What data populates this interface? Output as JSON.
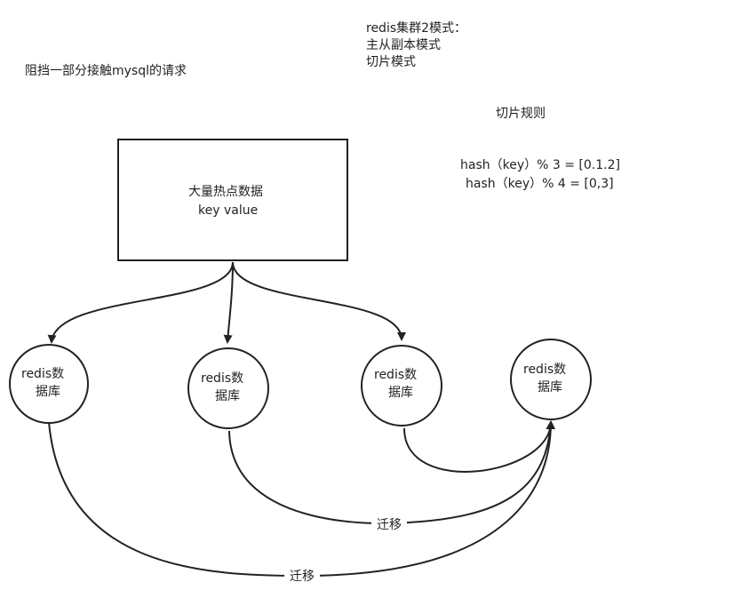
{
  "texts": {
    "block_note": "阻挡一部分接触mysql的请求",
    "cluster_title": "redis集群2模式：",
    "cluster_mode1": "主从副本模式",
    "cluster_mode2": "切片模式",
    "shard_rules_title": "切片规则",
    "hash_rule1": "hash（key）% 3 = [0.1.2]",
    "hash_rule2": "hash（key）% 4 = [0,3]"
  },
  "hot_data_box": {
    "line1": "大量热点数据",
    "line2": "key value"
  },
  "redis_nodes": [
    {
      "line1": "redis数",
      "line2": "据库"
    },
    {
      "line1": "redis数",
      "line2": "据库"
    },
    {
      "line1": "redis数",
      "line2": "据库"
    },
    {
      "line1": "redis数",
      "line2": "据库"
    }
  ],
  "migration_labels": [
    "迁移",
    "迁移"
  ]
}
